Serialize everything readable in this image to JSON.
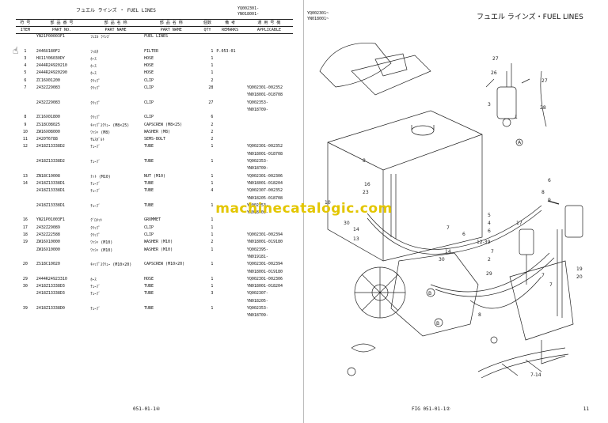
{
  "left_page": {
    "header_title": "フュエル ラインズ ・ FUEL LINES",
    "header_serials": [
      "YQ002301-",
      "YN018001-"
    ],
    "columns": {
      "item_jp": "符 号",
      "item": "ITEM",
      "pn_jp": "部 品 番 号",
      "pn": "PART NO.",
      "name_jp": "部 品 名 称",
      "name": "PART NAME",
      "qty_jp": "個数",
      "qty": "QTY",
      "remarks_jp": "備 考",
      "remarks": "REMARKS",
      "app_jp": "適 用 号 機",
      "app": "APPLICABLE"
    },
    "rows": [
      {
        "item": "",
        "pn": "YN21P00003F1",
        "jp": "ﾌｪｴﾙ ﾗｲﾝｽﾞ",
        "name": "FUEL LINES",
        "qty": "",
        "rem": "",
        "app": ""
      },
      {
        "item": "",
        "pn": "",
        "jp": "",
        "name": "",
        "qty": "",
        "rem": "",
        "app": ""
      },
      {
        "item": "1",
        "pn": "2446U180F2",
        "jp": "ﾌｨﾙﾀ",
        "name": "FILTER",
        "qty": "1",
        "rem": "P.053-01",
        "app": ""
      },
      {
        "item": "3",
        "pn": "HX11Y06030DY",
        "jp": "ﾎｰｽ",
        "name": "HOSE",
        "qty": "1",
        "rem": "",
        "app": ""
      },
      {
        "item": "4",
        "pn": "2444R24920210",
        "jp": "ﾎｰｽ",
        "name": "HOSE",
        "qty": "1",
        "rem": "",
        "app": ""
      },
      {
        "item": "5",
        "pn": "2444R24920290",
        "jp": "ﾎｰｽ",
        "name": "HOSE",
        "qty": "1",
        "rem": "",
        "app": ""
      },
      {
        "item": "6",
        "pn": "ZC16X01200",
        "jp": "ｸﾘｯﾌﾟ",
        "name": "CLIP",
        "qty": "2",
        "rem": "",
        "app": ""
      },
      {
        "item": "7",
        "pn": "2432Z29083",
        "jp": "ｸﾘｯﾌﾟ",
        "name": "CLIP",
        "qty": "28",
        "rem": "",
        "app": "YQ002301-002352"
      },
      {
        "item": "",
        "pn": "",
        "jp": "",
        "name": "",
        "qty": "",
        "rem": "",
        "app": "YN018001-018708"
      },
      {
        "item": "",
        "pn": "2432Z29083",
        "jp": "ｸﾘｯﾌﾟ",
        "name": "CLIP",
        "qty": "27",
        "rem": "",
        "app": "YQ002353-"
      },
      {
        "item": "",
        "pn": "",
        "jp": "",
        "name": "",
        "qty": "",
        "rem": "",
        "app": "YN018709-"
      },
      {
        "item": "8",
        "pn": "ZC16X01800",
        "jp": "ｸﾘｯﾌﾟ",
        "name": "CLIP",
        "qty": "6",
        "rem": "",
        "app": ""
      },
      {
        "item": "9",
        "pn": "ZS18C08025",
        "jp": "ｷｬｯﾌﾟｽｸﾘｭｰ (M8×25)",
        "name": "CAPSCREW (M8×25)",
        "qty": "2",
        "rem": "",
        "app": ""
      },
      {
        "item": "10",
        "pn": "ZW16X08000",
        "jp": "ﾜｯｼｬ (M8)",
        "name": "WASHER (M8)",
        "qty": "2",
        "rem": "",
        "app": ""
      },
      {
        "item": "11",
        "pn": "2420T6788",
        "jp": "ｻﾑｽﾎﾞﾙﾄ",
        "name": "SEMS-BOLT",
        "qty": "2",
        "rem": "",
        "app": ""
      },
      {
        "item": "12",
        "pn": "2418Z13338D2",
        "jp": "ﾁｭｰﾌﾞ",
        "name": "TUBE",
        "qty": "1",
        "rem": "",
        "app": "YQ002301-002352"
      },
      {
        "item": "",
        "pn": "",
        "jp": "",
        "name": "",
        "qty": "",
        "rem": "",
        "app": "YN018001-018708"
      },
      {
        "item": "",
        "pn": "2418Z13338D2",
        "jp": "ﾁｭｰﾌﾞ",
        "name": "TUBE",
        "qty": "1",
        "rem": "",
        "app": "YQ002353-"
      },
      {
        "item": "",
        "pn": "",
        "jp": "",
        "name": "",
        "qty": "",
        "rem": "",
        "app": "YN018709-"
      },
      {
        "item": "13",
        "pn": "ZN18C10008",
        "jp": "ﾅｯﾄ (M10)",
        "name": "NUT (M10)",
        "qty": "1",
        "rem": "",
        "app": "YQ002301-002306"
      },
      {
        "item": "14",
        "pn": "2418Z13338D1",
        "jp": "ﾁｭｰﾌﾞ",
        "name": "TUBE",
        "qty": "1",
        "rem": "",
        "app": "YN018001-018204"
      },
      {
        "item": "",
        "pn": "2418Z13338D1",
        "jp": "ﾁｭｰﾌﾞ",
        "name": "TUBE",
        "qty": "4",
        "rem": "",
        "app": "YQ002307-002352"
      },
      {
        "item": "",
        "pn": "",
        "jp": "",
        "name": "",
        "qty": "",
        "rem": "",
        "app": "YN018205-018708"
      },
      {
        "item": "",
        "pn": "2418Z13338D1",
        "jp": "ﾁｭｰﾌﾞ",
        "name": "TUBE",
        "qty": "1",
        "rem": "",
        "app": "YQ002353-"
      },
      {
        "item": "",
        "pn": "",
        "jp": "",
        "name": "",
        "qty": "",
        "rem": "",
        "app": "YN018709-"
      },
      {
        "item": "16",
        "pn": "YN21P01003F1",
        "jp": "ｸﾞﾛﾒｯﾄ",
        "name": "GROMMET",
        "qty": "1",
        "rem": "",
        "app": ""
      },
      {
        "item": "17",
        "pn": "2432Z29089",
        "jp": "ｸﾘｯﾌﾟ",
        "name": "CLIP",
        "qty": "1",
        "rem": "",
        "app": ""
      },
      {
        "item": "18",
        "pn": "2432Z22588",
        "jp": "ｸﾘｯﾌﾟ",
        "name": "CLIP",
        "qty": "1",
        "rem": "",
        "app": "YQ002301-002394"
      },
      {
        "item": "19",
        "pn": "ZW16X10000",
        "jp": "ﾜｯｼｬ (M10)",
        "name": "WASHER (M10)",
        "qty": "2",
        "rem": "",
        "app": "YN018001-019180"
      },
      {
        "item": "",
        "pn": "ZW16X10000",
        "jp": "ﾜｯｼｬ (M10)",
        "name": "WASHER (M10)",
        "qty": "1",
        "rem": "",
        "app": "YQ002395-"
      },
      {
        "item": "",
        "pn": "",
        "jp": "",
        "name": "",
        "qty": "",
        "rem": "",
        "app": "YN019181-"
      },
      {
        "item": "20",
        "pn": "ZS18C10020",
        "jp": "ｷｬｯﾌﾟｽｸﾘｭｰ (M10×20)",
        "name": "CAPSCREW (M10×20)",
        "qty": "1",
        "rem": "",
        "app": "YQ002301-002394"
      },
      {
        "item": "",
        "pn": "",
        "jp": "",
        "name": "",
        "qty": "",
        "rem": "",
        "app": "YN018001-019180"
      },
      {
        "item": "29",
        "pn": "2444R24923310",
        "jp": "ﾎｰｽ",
        "name": "HOSE",
        "qty": "1",
        "rem": "",
        "app": "YQ002301-002306"
      },
      {
        "item": "30",
        "pn": "2418Z13338D3",
        "jp": "ﾁｭｰﾌﾞ",
        "name": "TUBE",
        "qty": "1",
        "rem": "",
        "app": "YN018001-018204"
      },
      {
        "item": "",
        "pn": "2418Z13338D3",
        "jp": "ﾁｭｰﾌﾞ",
        "name": "TUBE",
        "qty": "3",
        "rem": "",
        "app": "YQ002307-"
      },
      {
        "item": "",
        "pn": "",
        "jp": "",
        "name": "",
        "qty": "",
        "rem": "",
        "app": "YN018205-"
      },
      {
        "item": "39",
        "pn": "2418Z13338D0",
        "jp": "ﾁｭｰﾌﾞ",
        "name": "TUBE",
        "qty": "1",
        "rem": "",
        "app": "YQ002353-"
      },
      {
        "item": "",
        "pn": "",
        "jp": "",
        "name": "",
        "qty": "",
        "rem": "",
        "app": "YN018709-"
      }
    ],
    "footer": "051-01-1④"
  },
  "right_page": {
    "serials": [
      "YQ002301~",
      "YN018001~"
    ],
    "title": "フュエル ラインズ・FUEL LINES",
    "figure_label": "FIG 051-01-1②",
    "page_number": "11",
    "callouts": [
      "27",
      "26",
      "3",
      "1",
      "28",
      "27",
      "8",
      "16",
      "23",
      "A",
      "6",
      "8",
      "9",
      "10",
      "5",
      "4",
      "6",
      "17",
      "14",
      "13",
      "30",
      "7",
      "12-39",
      "6",
      "7",
      "B",
      "2",
      "29",
      "30",
      "14",
      "19",
      "20",
      "7",
      "7",
      "8",
      "B",
      "7-14"
    ]
  },
  "watermark": "machinecatalogic.com"
}
